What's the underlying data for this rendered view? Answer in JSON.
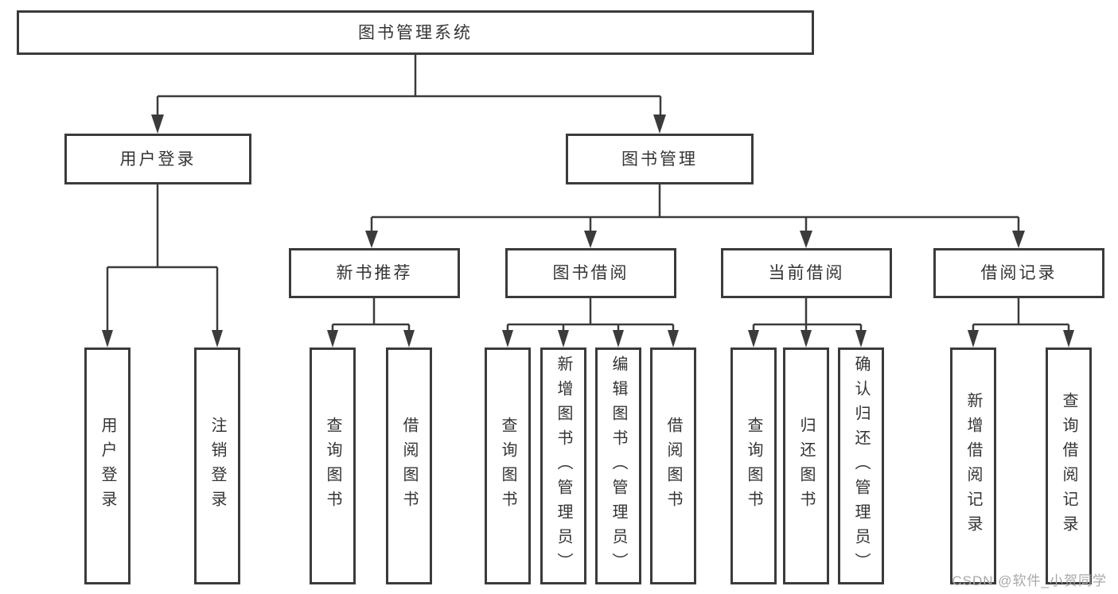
{
  "tree": {
    "root": {
      "label": "图书管理系统"
    },
    "children": [
      {
        "label": "用户登录",
        "children": [
          {
            "label": "用户登录"
          },
          {
            "label": "注销登录"
          }
        ]
      },
      {
        "label": "图书管理",
        "children": [
          {
            "label": "新书推荐",
            "children": [
              {
                "label": "查询图书"
              },
              {
                "label": "借阅图书"
              }
            ]
          },
          {
            "label": "图书借阅",
            "children": [
              {
                "label": "查询图书"
              },
              {
                "label": "新增图书（管理员）"
              },
              {
                "label": "编辑图书（管理员）"
              },
              {
                "label": "借阅图书"
              }
            ]
          },
          {
            "label": "当前借阅",
            "children": [
              {
                "label": "查询图书"
              },
              {
                "label": "归还图书"
              },
              {
                "label": "确认归还（管理员）"
              }
            ]
          },
          {
            "label": "借阅记录",
            "children": [
              {
                "label": "新增借阅记录"
              },
              {
                "label": "查询借阅记录"
              }
            ]
          }
        ]
      }
    ]
  },
  "watermark": {
    "text": "CSDN @软件_小贺同学",
    "color": "#a8a8a8"
  },
  "colors": {
    "line": "#3b3b3b",
    "text": "#343434",
    "background": "#ffffff"
  }
}
